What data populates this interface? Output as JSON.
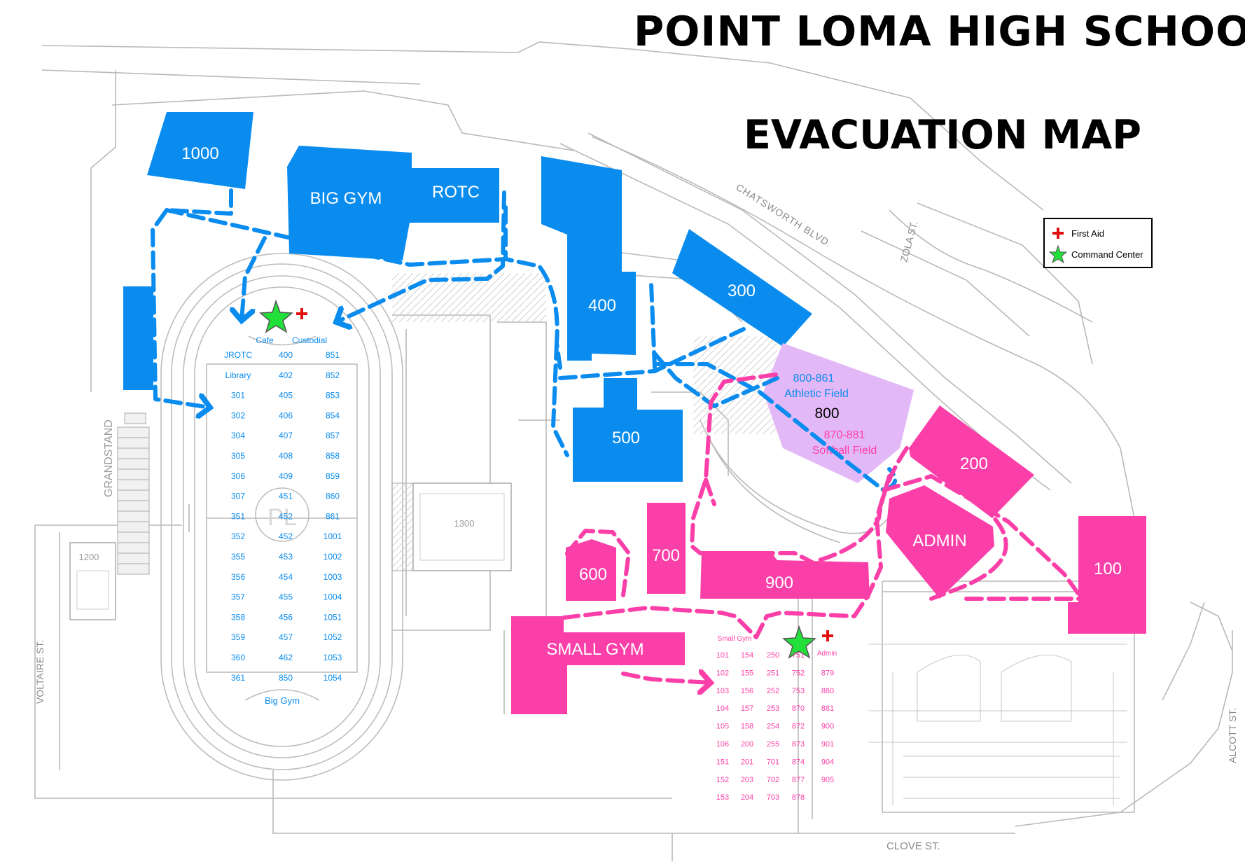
{
  "title": "POINT LOMA HIGH SCHOOL",
  "subtitle": "EVACUATION MAP",
  "legend": {
    "first_aid": "First Aid",
    "command_center": "Command Center"
  },
  "colors": {
    "blue_zone": "#0a8cef",
    "pink_zone": "#fb3fa8",
    "athletic_field": "#e3b8f6",
    "first_aid": "#e01010",
    "command_center": "#22e03a",
    "streets": "#888888"
  },
  "streets": {
    "chatsworth": "CHATSWORTH BLVD.",
    "zola": "ZOLA ST.",
    "voltaire": "VOLTAIRE ST.",
    "alcott": "ALCOTT ST.",
    "clove": "CLOVE ST."
  },
  "buildings": {
    "b1000": "1000",
    "big_gym": "BIG GYM",
    "rotc": "ROTC",
    "b400": "400",
    "b300": "300",
    "b500": "500",
    "b200": "200",
    "admin": "ADMIN",
    "b100": "100",
    "b700": "700",
    "b600": "600",
    "b900": "900",
    "small_gym": "SMALL GYM",
    "b1300": "1300",
    "b1200": "1200",
    "grandstand": "GRANDSTAND"
  },
  "athletic_field": {
    "range_a": "800-861",
    "label_a": "Athletic Field",
    "number": "800",
    "range_b": "870-881",
    "label_b": "Softball Field"
  },
  "field_assembly": {
    "headers": [
      "Cafe",
      "Custodial"
    ],
    "rows": [
      [
        "JROTC",
        "400",
        "851"
      ],
      [
        "Library",
        "402",
        "852"
      ],
      [
        "301",
        "405",
        "853"
      ],
      [
        "302",
        "406",
        "854"
      ],
      [
        "304",
        "407",
        "857"
      ],
      [
        "305",
        "408",
        "858"
      ],
      [
        "306",
        "409",
        "859"
      ],
      [
        "307",
        "451",
        "860"
      ],
      [
        "351",
        "452",
        "861"
      ],
      [
        "352",
        "452",
        "1001"
      ],
      [
        "355",
        "453",
        "1002"
      ],
      [
        "356",
        "454",
        "1003"
      ],
      [
        "357",
        "455",
        "1004"
      ],
      [
        "358",
        "456",
        "1051"
      ],
      [
        "359",
        "457",
        "1052"
      ],
      [
        "360",
        "462",
        "1053"
      ],
      [
        "361",
        "850",
        "1054"
      ]
    ],
    "footer": "Big Gym"
  },
  "lot_assembly": {
    "headers": [
      "Small Gym",
      "Admin"
    ],
    "rows": [
      [
        "101",
        "154",
        "250",
        "751"
      ],
      [
        "102",
        "155",
        "251",
        "752",
        "879"
      ],
      [
        "103",
        "156",
        "252",
        "753",
        "880"
      ],
      [
        "104",
        "157",
        "253",
        "870",
        "881"
      ],
      [
        "105",
        "158",
        "254",
        "872",
        "900"
      ],
      [
        "106",
        "200",
        "255",
        "873",
        "901"
      ],
      [
        "151",
        "201",
        "701",
        "874",
        "904"
      ],
      [
        "152",
        "203",
        "702",
        "877",
        "905"
      ],
      [
        "153",
        "204",
        "703",
        "878"
      ]
    ]
  }
}
